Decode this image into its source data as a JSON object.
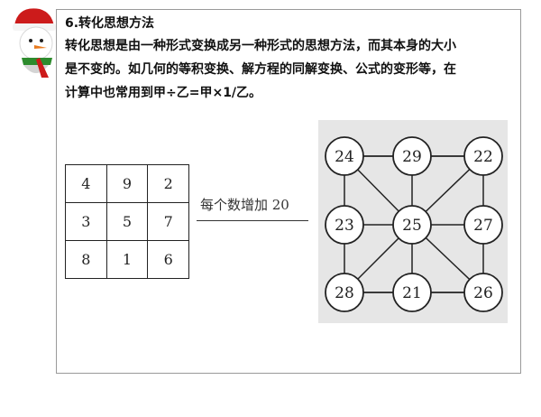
{
  "section": {
    "heading": "6.转化思想方法",
    "lines": [
      "转化思想是由一种形式变换成另一种形式的思想方法，而其本身的大小",
      "是不变的。如几何的等积变换、解方程的同解变换、公式的变形等，在",
      "计算中也常用到甲÷乙=甲×1/乙。"
    ]
  },
  "magic_square": {
    "rows": [
      [
        "4",
        "9",
        "2"
      ],
      [
        "3",
        "5",
        "7"
      ],
      [
        "8",
        "1",
        "6"
      ]
    ]
  },
  "transform_label": "每个数增加 20",
  "graph": {
    "nodes": [
      {
        "id": "tl",
        "label": "24"
      },
      {
        "id": "tm",
        "label": "29"
      },
      {
        "id": "tr",
        "label": "22"
      },
      {
        "id": "ml",
        "label": "23"
      },
      {
        "id": "c",
        "label": "25"
      },
      {
        "id": "mr",
        "label": "27"
      },
      {
        "id": "bl",
        "label": "28"
      },
      {
        "id": "bm",
        "label": "21"
      },
      {
        "id": "br",
        "label": "26"
      }
    ],
    "edges": [
      [
        "tl",
        "tm"
      ],
      [
        "tm",
        "tr"
      ],
      [
        "tl",
        "ml"
      ],
      [
        "ml",
        "bl"
      ],
      [
        "bl",
        "bm"
      ],
      [
        "bm",
        "br"
      ],
      [
        "tr",
        "mr"
      ],
      [
        "mr",
        "br"
      ],
      [
        "tl",
        "c"
      ],
      [
        "tm",
        "c"
      ],
      [
        "tr",
        "c"
      ],
      [
        "ml",
        "c"
      ],
      [
        "mr",
        "c"
      ],
      [
        "bl",
        "c"
      ],
      [
        "bm",
        "c"
      ],
      [
        "br",
        "c"
      ],
      [
        "tl",
        "tr"
      ],
      [
        "bl",
        "br"
      ]
    ],
    "colors": {
      "background": "#e6e6e6",
      "node_fill": "#ffffff",
      "stroke": "#222222"
    }
  }
}
